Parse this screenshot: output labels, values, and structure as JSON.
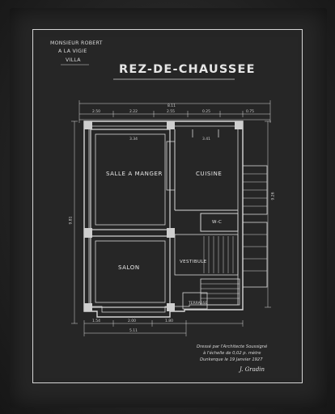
{
  "header": {
    "client_line1": "MONSIEUR ROBERT",
    "client_line2": "A LA VIGIE",
    "client_line3": "VILLA"
  },
  "title": "REZ-DE-CHAUSSEE",
  "rooms": {
    "dining": "SALLE A MANGER",
    "kitchen": "CUISINE",
    "wc": "W-C",
    "salon": "SALON",
    "vestibule": "VESTIBULE",
    "terrace": "TERRASSE"
  },
  "dimensions": {
    "overall_width_top": "8.11",
    "top_seg_a": "2.50",
    "top_seg_b": "2.22",
    "top_seg_c": "2.55",
    "top_seg_d": "0.25",
    "top_seg_e": "0.75",
    "inner_left_top": "3.34",
    "inner_right_top": "3.41",
    "left_height": "9.81",
    "right_height": "9.26",
    "bottom_seg_a": "1.54",
    "bottom_seg_b": "2.00",
    "bottom_seg_c": "1.80",
    "overall_width_bottom": "5.11"
  },
  "notes": {
    "line1": "Dressé par l'Architecte Soussigné",
    "line2": "à l'échelle de 0,02 p. mètre",
    "line3": "Dunkerque le 19 Janvier 1927"
  },
  "signature": "J. Gradin"
}
